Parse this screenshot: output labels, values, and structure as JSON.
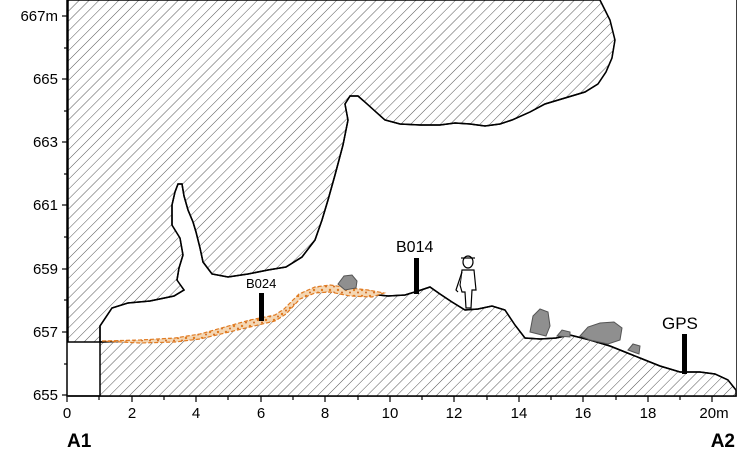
{
  "y_axis": {
    "top_label": "667m",
    "labels": [
      "665",
      "663",
      "661",
      "659",
      "657",
      "655"
    ]
  },
  "x_axis": {
    "labels": [
      "0",
      "2",
      "4",
      "6",
      "8",
      "10",
      "12",
      "14",
      "16",
      "18",
      "20m"
    ]
  },
  "ends": {
    "left": "A1",
    "right": "A2"
  },
  "markers": [
    {
      "name": "B024"
    },
    {
      "name": "B014"
    },
    {
      "name": "GPS"
    }
  ],
  "colors": {
    "hatch": "#555555",
    "rock": "#8f8f8f",
    "sediment": "#e07b22",
    "sediment_fill": "#f4d7b4",
    "outline": "#000000"
  }
}
